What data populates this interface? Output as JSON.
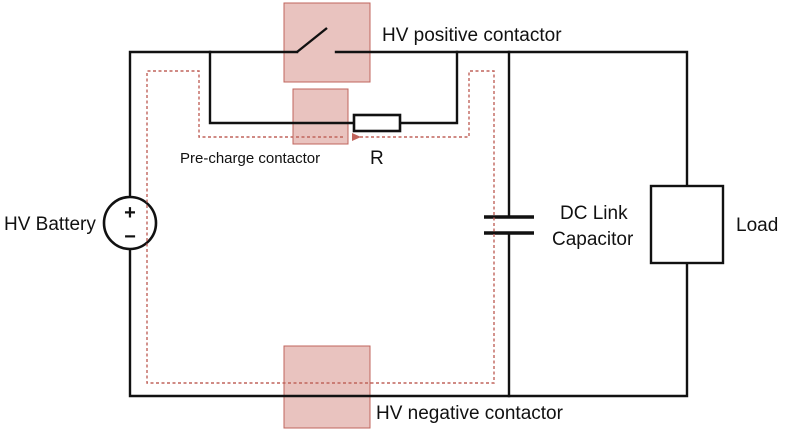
{
  "labels": {
    "hv_positive_contactor": "HV positive contactor",
    "hv_negative_contactor": "HV negative contactor",
    "precharge_contactor": "Pre-charge contactor",
    "resistor": "R",
    "battery": "HV Battery",
    "capacitor_line1": "DC Link",
    "capacitor_line2": "Capacitor",
    "load": "Load",
    "battery_plus": "+",
    "battery_minus": "−"
  },
  "colors": {
    "wire": "#111111",
    "contactor_highlight": "#e9c3bf",
    "precharge_path": "#c0645c"
  }
}
